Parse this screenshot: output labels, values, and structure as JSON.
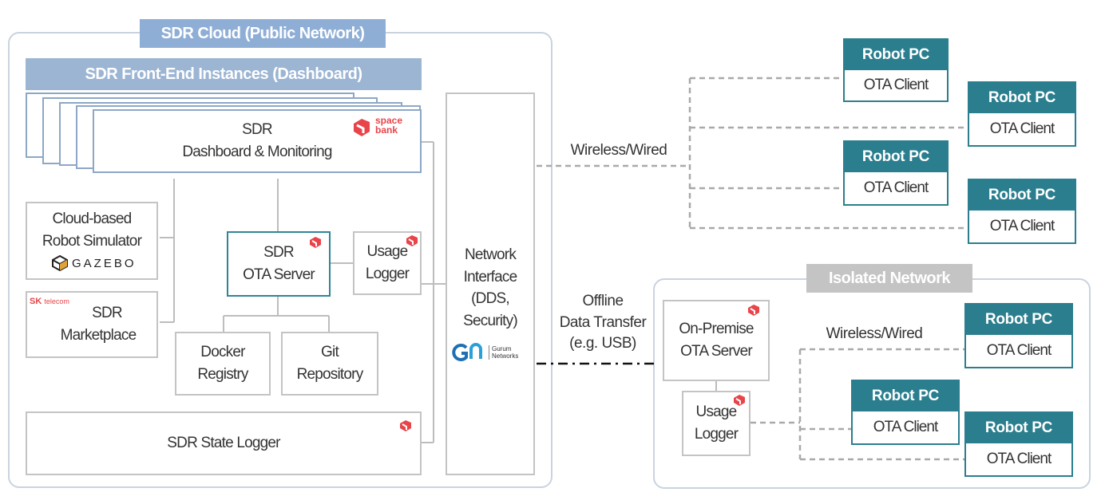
{
  "cloud": {
    "title": "SDR Cloud (Public Network)",
    "frontend_title": "SDR Front-End Instances (Dashboard)",
    "dashboard": {
      "line1": "SDR",
      "line2": "Dashboard & Monitoring",
      "logo_line1": "space",
      "logo_line2": "bank"
    },
    "simulator": {
      "line1": "Cloud-based",
      "line2": "Robot Simulator",
      "logo": "GAZEBO"
    },
    "marketplace": {
      "logo_brand": "SK",
      "logo_sub": "telecom",
      "line1": "SDR",
      "line2": "Marketplace"
    },
    "ota_server": {
      "line1": "SDR",
      "line2": "OTA Server"
    },
    "usage_logger": {
      "line1": "Usage",
      "line2": "Logger"
    },
    "docker": {
      "line1": "Docker",
      "line2": "Registry"
    },
    "git": {
      "line1": "Git",
      "line2": "Repository"
    },
    "state_logger": {
      "label": "SDR State Logger"
    },
    "network_interface": {
      "line1": "Network",
      "line2": "Interface",
      "line3": "(DDS,",
      "line4": "Security)",
      "logo_line1": "Gurum",
      "logo_line2": "Networks"
    }
  },
  "links": {
    "wireless_top": "Wireless/Wired",
    "offline_line1": "Offline",
    "offline_line2": "Data Transfer",
    "offline_line3": "(e.g. USB)"
  },
  "isolated": {
    "title": "Isolated Network",
    "on_premise": {
      "line1": "On-Premise",
      "line2": "OTA Server"
    },
    "usage_logger": {
      "line1": "Usage",
      "line2": "Logger"
    },
    "wireless": "Wireless/Wired"
  },
  "robots": [
    {
      "title": "Robot PC",
      "client": "OTA Client"
    },
    {
      "title": "Robot PC",
      "client": "OTA Client"
    },
    {
      "title": "Robot PC",
      "client": "OTA Client"
    },
    {
      "title": "Robot PC",
      "client": "OTA Client"
    },
    {
      "title": "Robot PC",
      "client": "OTA Client"
    },
    {
      "title": "Robot PC",
      "client": "OTA Client"
    },
    {
      "title": "Robot PC",
      "client": "OTA Client"
    }
  ],
  "colors": {
    "teal": "#2b7e8e",
    "cloud_tab": "#8faed6",
    "frontend_bar": "#9bb5d3",
    "isolated_tab": "#c4c4c4",
    "badge_red": "#e8454a"
  }
}
